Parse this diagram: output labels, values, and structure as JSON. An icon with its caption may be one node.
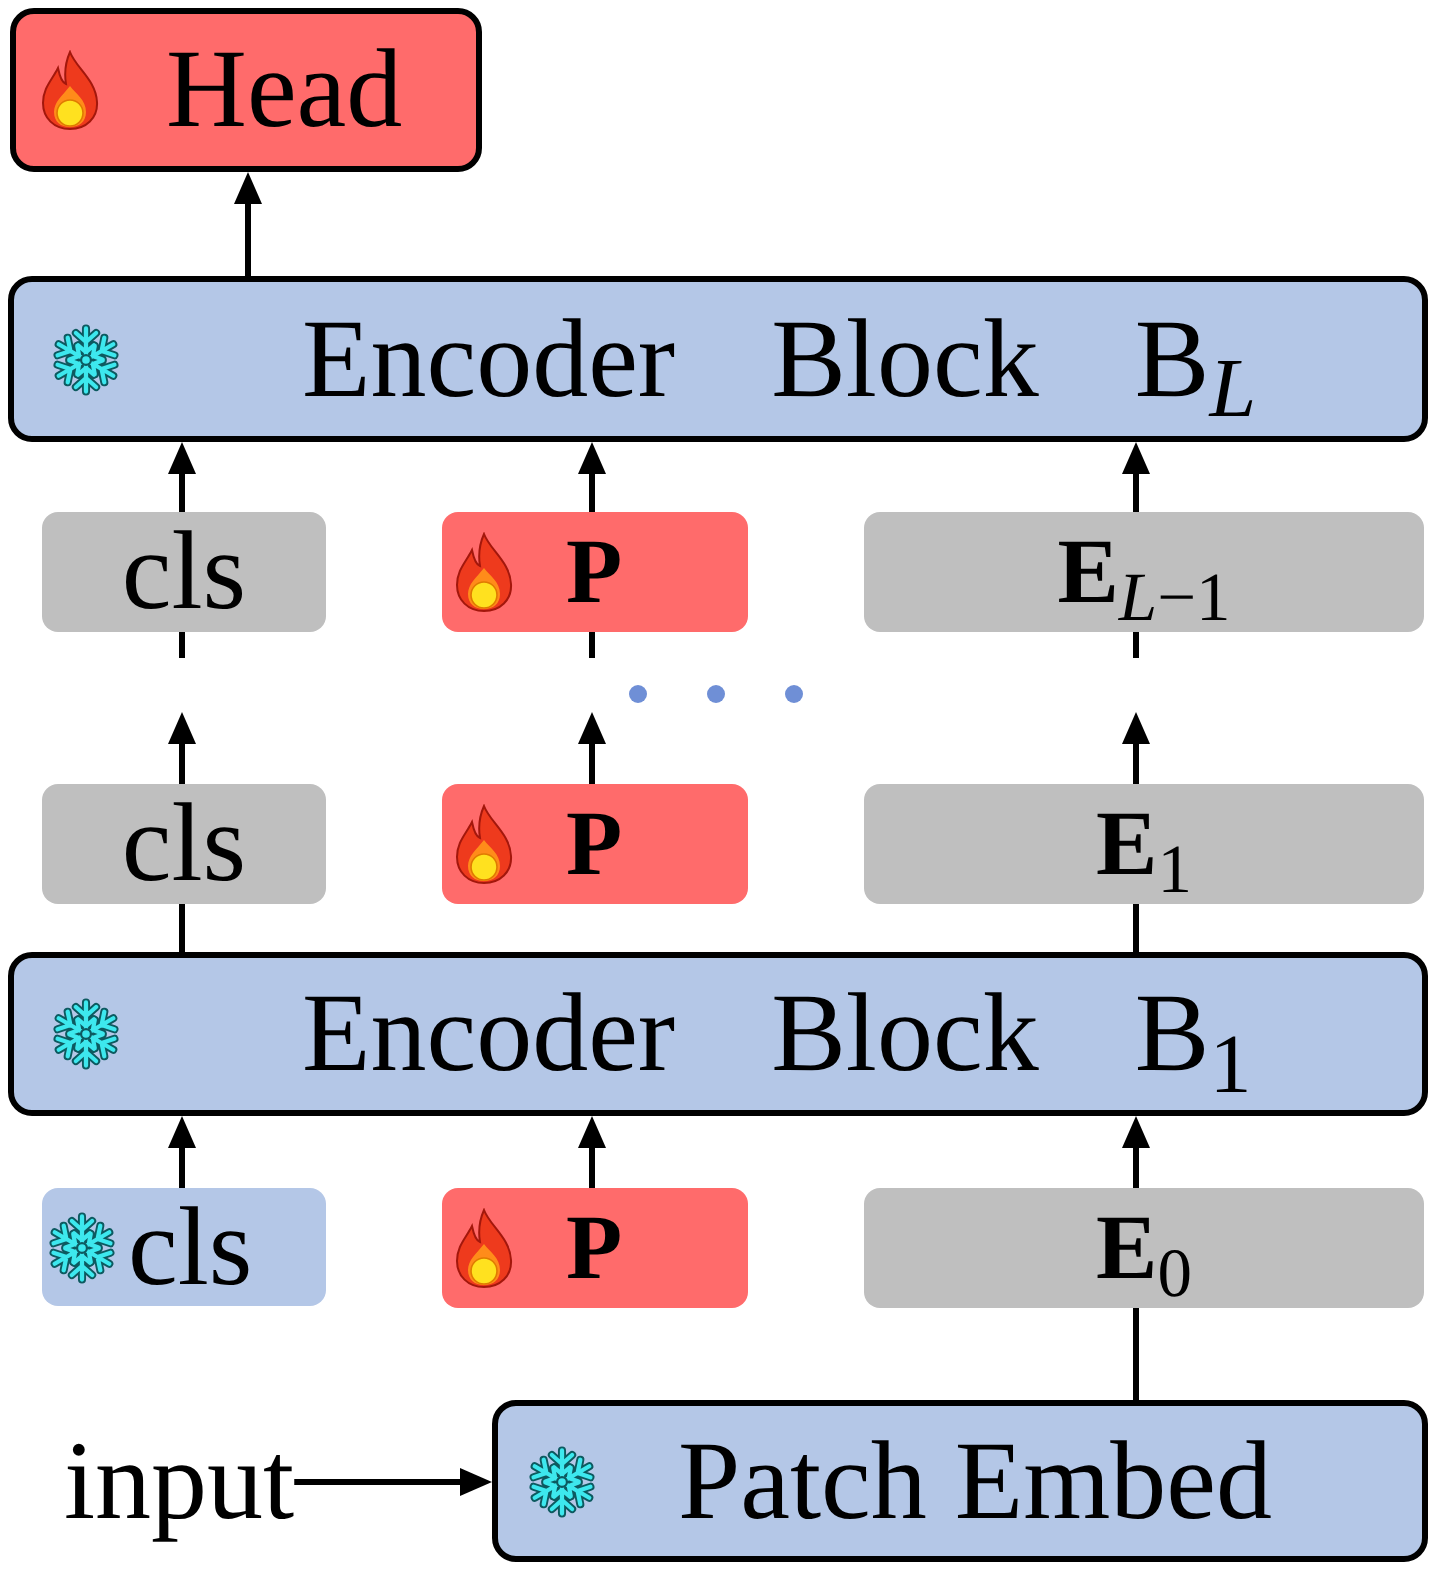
{
  "diagram": {
    "nodes": [
      {
        "text": [
          "Head"
        ]
      },
      {
        "text": [
          "Encoder Block B$_{L}$"
        ]
      },
      {
        "text": [
          "cls"
        ]
      },
      {
        "text": [
          "P"
        ]
      },
      {
        "text": [
          "**E**$_{L−1}$"
        ]
      },
      {
        "text": [
          "cls"
        ]
      },
      {
        "text": [
          "P"
        ]
      },
      {
        "text": [
          "**E**$_{1}$"
        ]
      },
      {
        "text": [
          "Encoder Block B$_{1}$"
        ]
      },
      {
        "text": [
          "cls"
        ]
      },
      {
        "text": [
          "P"
        ]
      },
      {
        "text": [
          "**E**$_{0}$"
        ]
      },
      {
        "text": [
          "input"
        ]
      },
      {
        "text": [
          "Patch Embed"
        ]
      }
    ],
    "edges": [
      {
        "from": 1,
        "to": 0,
        "arrow": "to"
      },
      {
        "from": 2,
        "to": 1,
        "arrow": "to"
      },
      {
        "from": 3,
        "to": 1,
        "arrow": "to"
      },
      {
        "from": 4,
        "to": 1,
        "arrow": "to"
      },
      {
        "from": 5,
        "to": null,
        "arrow": "to"
      },
      {
        "from": null,
        "to": 2,
        "arrow": "none"
      },
      {
        "from": 6,
        "to": null,
        "arrow": "to"
      },
      {
        "from": null,
        "to": 3,
        "arrow": "none"
      },
      {
        "from": 7,
        "to": null,
        "arrow": "to"
      },
      {
        "from": null,
        "to": 4,
        "arrow": "none"
      },
      {
        "from": 8,
        "to": 5,
        "arrow": "none"
      },
      {
        "from": 8,
        "to": 7,
        "arrow": "none"
      },
      {
        "from": 9,
        "to": 8,
        "arrow": "to"
      },
      {
        "from": 10,
        "to": 8,
        "arrow": "to"
      },
      {
        "from": 11,
        "to": 8,
        "arrow": "to"
      },
      {
        "from": 13,
        "to": 11,
        "arrow": "none"
      },
      {
        "from": 12,
        "to": 13,
        "arrow": "to"
      }
    ]
  }
}
